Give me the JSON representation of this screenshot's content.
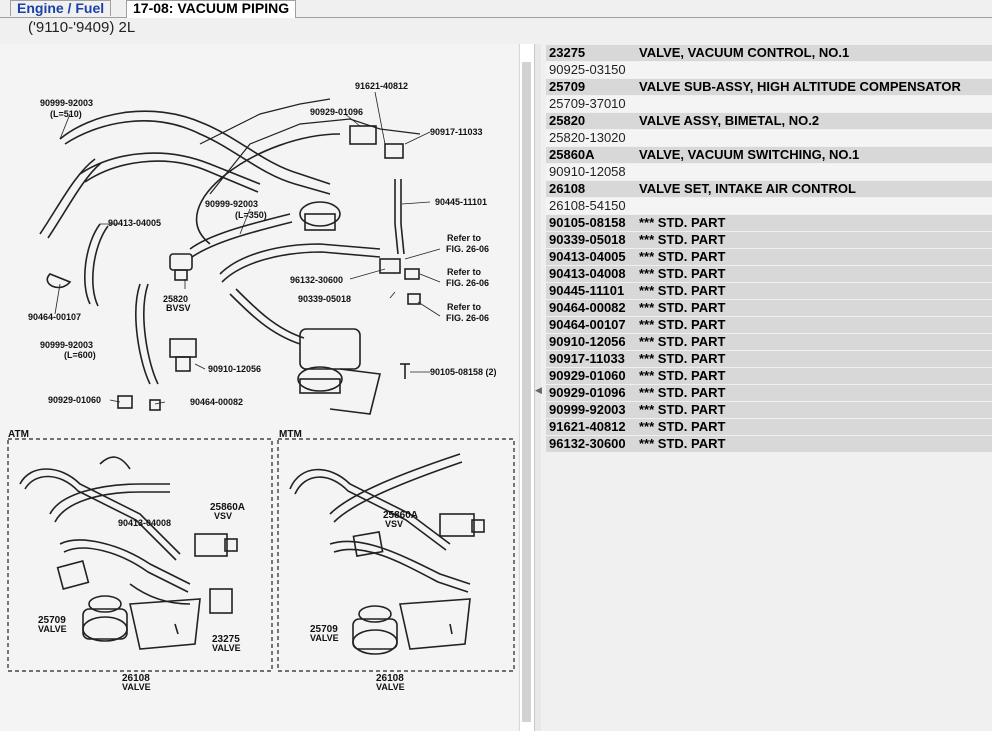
{
  "tabs": {
    "section": "Engine / Fuel",
    "figure": "17-08: VACUUM PIPING"
  },
  "model_range": "('9110-'9409) 2L",
  "diagram": {
    "labels": {
      "l1": "90999-92003",
      "l1b": "(L=510)",
      "l2": "91621-40812",
      "l3": "90929-01096",
      "l4": "90917-11033",
      "l5": "90413-04005",
      "l6": "90999-92003",
      "l6b": "(L=350)",
      "l7": "90445-11101",
      "l8": "Refer to",
      "l8b": "FIG. 26-06",
      "l9": "90464-00107",
      "l10": "25820",
      "l10b": "BVSV",
      "l11": "96132-30600",
      "l12": "Refer to",
      "l12b": "FIG. 26-06",
      "l13": "90339-05018",
      "l14": "Refer to",
      "l14b": "FIG. 26-06",
      "l15": "90999-92003",
      "l15b": "(L=600)",
      "l16": "90910-12056",
      "l17": "90105-08158 (2)",
      "l18": "90929-01060",
      "l19": "90464-00082",
      "atm": "ATM",
      "mtm": "MTM",
      "a1": "25860A",
      "a1b": "VSV",
      "a2": "90413-04008",
      "a3": "25709",
      "a3b": "VALVE",
      "a4": "23275",
      "a4b": "VALVE",
      "a5": "26108",
      "a5b": "VALVE",
      "m1": "25860A",
      "m1b": "VSV",
      "m2": "25709",
      "m2b": "VALVE",
      "m3": "26108",
      "m3b": "VALVE"
    }
  },
  "parts": [
    {
      "type": "header",
      "number": "23275",
      "desc": "VALVE, VACUUM CONTROL, NO.1"
    },
    {
      "type": "sub",
      "number": "90925-03150",
      "desc": ""
    },
    {
      "type": "header",
      "number": "25709",
      "desc": "VALVE SUB-ASSY, HIGH ALTITUDE COMPENSATOR"
    },
    {
      "type": "sub",
      "number": "25709-37010",
      "desc": ""
    },
    {
      "type": "header",
      "number": "25820",
      "desc": "VALVE ASSY, BIMETAL, NO.2"
    },
    {
      "type": "sub",
      "number": "25820-13020",
      "desc": ""
    },
    {
      "type": "header",
      "number": "25860A",
      "desc": "VALVE, VACUUM SWITCHING, NO.1"
    },
    {
      "type": "sub",
      "number": "90910-12058",
      "desc": ""
    },
    {
      "type": "header",
      "number": "26108",
      "desc": "VALVE SET, INTAKE AIR CONTROL"
    },
    {
      "type": "sub",
      "number": "26108-54150",
      "desc": ""
    },
    {
      "type": "std",
      "number": "90105-08158",
      "desc": "*** STD. PART"
    },
    {
      "type": "std",
      "number": "90339-05018",
      "desc": "*** STD. PART"
    },
    {
      "type": "std",
      "number": "90413-04005",
      "desc": "*** STD. PART"
    },
    {
      "type": "std",
      "number": "90413-04008",
      "desc": "*** STD. PART"
    },
    {
      "type": "std",
      "number": "90445-11101",
      "desc": "*** STD. PART"
    },
    {
      "type": "std",
      "number": "90464-00082",
      "desc": "*** STD. PART"
    },
    {
      "type": "std",
      "number": "90464-00107",
      "desc": "*** STD. PART"
    },
    {
      "type": "std",
      "number": "90910-12056",
      "desc": "*** STD. PART"
    },
    {
      "type": "std",
      "number": "90917-11033",
      "desc": "*** STD. PART"
    },
    {
      "type": "std",
      "number": "90929-01060",
      "desc": "*** STD. PART"
    },
    {
      "type": "std",
      "number": "90929-01096",
      "desc": "*** STD. PART"
    },
    {
      "type": "std",
      "number": "90999-92003",
      "desc": "*** STD. PART"
    },
    {
      "type": "std",
      "number": "91621-40812",
      "desc": "*** STD. PART"
    },
    {
      "type": "std",
      "number": "96132-30600",
      "desc": "*** STD. PART"
    }
  ]
}
